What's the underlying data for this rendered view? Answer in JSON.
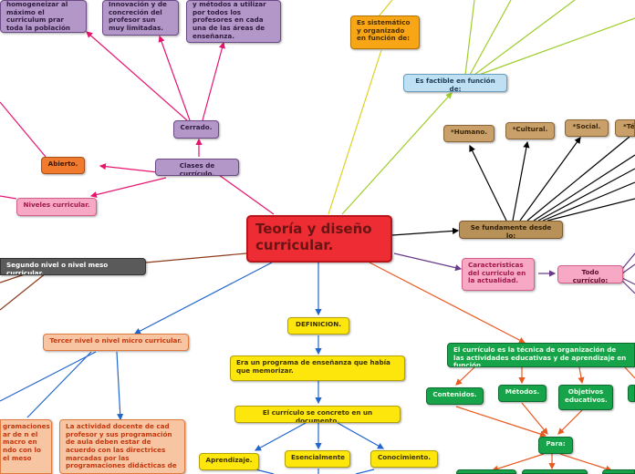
{
  "central": "Teoría y diseño curricular.",
  "nodes": {
    "homogeneizar": "homogeneizar al máximo el curriculum prar toda la población escolar.",
    "innovacion": "Innovación y de concreción del profesor sun muy limitadas.",
    "metodos": "y métodos a utilizar por todos los profesores en cada una de las áreas de enseñanza.",
    "cerrado": "Cerrado.",
    "abierto": "Abierto.",
    "clases": "Clases de currículo.",
    "niveles": "Niveles curricular.",
    "segundo": "Segundo nivel o nivel meso curricular.",
    "tercer": "Tercer nivel o nivel micro curricular.",
    "programaciones": "gramaciones ar de n el macro en ndo con lo el meso",
    "actividad": "La actividad docente de cad profesor y sus programación de aula deben estar de acuerdo con las directrices marcadas por las programaciones didácticas de",
    "sistematico": "Es sistemático y organizado en función de:",
    "factible": "Es factible en función de:",
    "humano": "*Humano.",
    "cultural": "*Cultural.",
    "social": "*Social.",
    "tec": "*Té",
    "fundamente": "Se fundamente desde lo:",
    "caracteristicas": "Caracteristicas del curriculo en la actualidad.",
    "todo": "Todo currículo:",
    "definicion": "DEFINICION.",
    "programa": "Era un programa de enseñanza que había que memorizar.",
    "concreto": "El currículo se concreto en un documento.",
    "aprendizaje": "Aprendizaje.",
    "esencialmente": "Esencialmente",
    "conocimiento": "Conocimiento.",
    "tecnica": "El currículo es la técnica de organización de las actividades educativas y de aprendizaje en función",
    "contenidos": "Contenidos.",
    "metodos2": "Métodos.",
    "objetivos": "Objetivos educativos.",
    "para": "Para:"
  },
  "colors": {
    "center": "#ee2c33",
    "magenta_line": "#e6146e",
    "green_line": "#9fcd2a",
    "yellow_line": "#dcd21e",
    "blue_line": "#2266cc",
    "orange_line": "#e85a20",
    "brown_line": "#8b3a1a",
    "purple_line": "#6a3a8a"
  }
}
